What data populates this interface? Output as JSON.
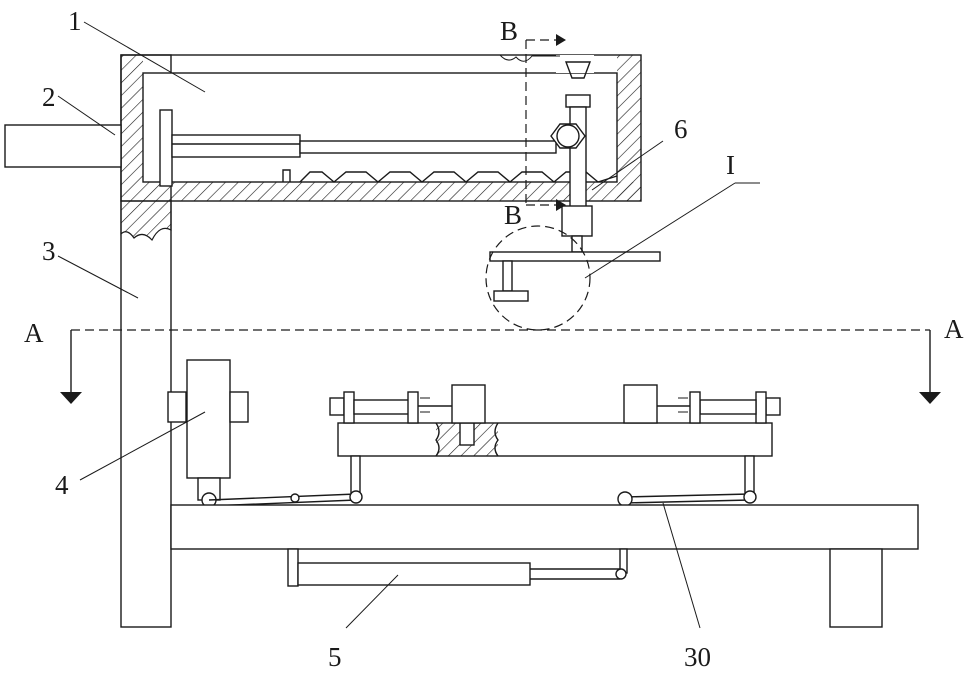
{
  "labels": {
    "n1": "1",
    "n2": "2",
    "n3": "3",
    "n4": "4",
    "n5": "5",
    "n6": "6",
    "n30": "30",
    "detail": "I",
    "sectionA_left": "A",
    "sectionA_right": "A",
    "sectionB_top": "B",
    "sectionB_bottom": "B"
  }
}
